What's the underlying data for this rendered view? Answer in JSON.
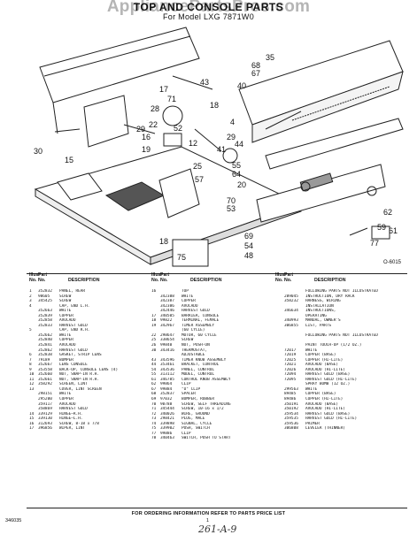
{
  "watermark": "AppliancePartsPros.com",
  "title": "TOP AND CONSOLE PARTS",
  "subtitle": "For Model LXG 7871W0",
  "figure_code": "O-6015",
  "callouts": [
    "35",
    "68",
    "67",
    "40",
    "43",
    "18",
    "17",
    "28",
    "16",
    "71",
    "19",
    "12",
    "25",
    "30",
    "15",
    "29",
    "22",
    "52",
    "4",
    "44",
    "41",
    "29",
    "57",
    "64",
    "20",
    "55",
    "70",
    "53",
    "62",
    "59",
    "61",
    "77",
    "69",
    "54",
    "48",
    "75",
    "18"
  ],
  "columns": [
    {
      "headers": [
        "Illus.",
        "No.",
        "Part",
        "No.",
        "DESCRIPTION"
      ],
      "rows": [
        [
          "1",
          "352832",
          "PANEL, REAR"
        ],
        [
          "2",
          "98605",
          "SCREW"
        ],
        [
          "3",
          "345425",
          "SCREW"
        ],
        [
          "4",
          "",
          "CAP, END L.H."
        ],
        [
          "",
          "352663",
          "WHITE"
        ],
        [
          "",
          "352839",
          "COPPER"
        ],
        [
          "",
          "352858",
          "AVOCADO"
        ],
        [
          "",
          "352833",
          "HARVEST GOLD"
        ],
        [
          "5",
          "",
          "CAP, END R.H."
        ],
        [
          "",
          "352662",
          "WHITE"
        ],
        [
          "",
          "352840",
          "COPPER"
        ],
        [
          "",
          "352841",
          "AVOCADO"
        ],
        [
          "",
          "352862",
          "HARVEST GOLD"
        ],
        [
          "6",
          "352838",
          "GASKET, STRIP LENS"
        ],
        [
          "7",
          "79189",
          "BUMPER"
        ],
        [
          "8",
          "352667",
          "LENS CONSOLE"
        ],
        [
          "9",
          "353558",
          "BACK-UP, CONSOLE LENS (4)"
        ],
        [
          "10",
          "352660",
          "NUT, SNAP-IN R.H."
        ],
        [
          "11",
          "352661",
          "NUT, SNAP-IN R.H."
        ],
        [
          "12",
          "358292",
          "SCREEN, LINT"
        ],
        [
          "13",
          "",
          "COVER, LINT SCREEN"
        ],
        [
          "",
          "298151",
          "WHITE"
        ],
        [
          "",
          "295200",
          "COPPER"
        ],
        [
          "",
          "359117",
          "AVOCADO"
        ],
        [
          "",
          "358869",
          "HARVEST GOLD"
        ],
        [
          "14",
          "339129",
          "HINGE—R.H."
        ],
        [
          "15",
          "339130",
          "HINGE—L.H."
        ],
        [
          "16",
          "312693",
          "SCREW, 8-18 x 7/8"
        ],
        [
          "17",
          "396856",
          "WIPER, LINT"
        ]
      ]
    },
    {
      "headers": [
        "Illus.",
        "No.",
        "Part",
        "No.",
        "DESCRIPTION"
      ],
      "rows": [
        [
          "16",
          "",
          "TOP"
        ],
        [
          "",
          "342388",
          "WHITE"
        ],
        [
          "",
          "342387",
          "COPPER"
        ],
        [
          "",
          "342386",
          "AVOCADO"
        ],
        [
          "",
          "342446",
          "HARVEST GOLD"
        ],
        [
          "17",
          "340505",
          "BARRIER, CONSOLE"
        ],
        [
          "18",
          "99822",
          "TERMINAL, FEMALE"
        ],
        [
          "19",
          "342967",
          "TIMER ASSEMBLY"
        ],
        [
          "",
          "",
          "(60 CYCLE)"
        ],
        [
          "22",
          "298647",
          "MOTOR, 60 CYCLE"
        ],
        [
          "25",
          "338654",
          "SCREW"
        ],
        [
          "26",
          "99840",
          "NUT, PUSH-ON"
        ],
        [
          "30",
          "343416",
          "THERMOSTAT,"
        ],
        [
          "",
          "",
          "ADJUSTABLE"
        ],
        [
          "43",
          "343596",
          "TIMER KNOB ASSEMBLY"
        ],
        [
          "44",
          "353461",
          "BRACKET, CONTROL"
        ],
        [
          "54",
          "343536",
          "PANEL, CONTROL"
        ],
        [
          "55",
          "313112",
          "MODEL, CONTROL"
        ],
        [
          "61",
          "346785",
          "CONTROL KNOB ASSEMBLY"
        ],
        [
          "62",
          "99864",
          "CLIP"
        ],
        [
          "67",
          "99884",
          "\"U\" CLIP"
        ],
        [
          "68",
          "352837",
          "SPACER"
        ],
        [
          "69",
          "97032",
          "BUMPER, RUBBER"
        ],
        [
          "70",
          "90788",
          "SCREW, SELF THREADING"
        ],
        [
          "71",
          "345444",
          "SCREW, 10-16 x 1/2"
        ],
        [
          "72",
          "340026",
          "WIRE, GROUND"
        ],
        [
          "73",
          "298421",
          "PLUG, MALE"
        ],
        [
          "74",
          "339898",
          "SIGNAL, CYCLE"
        ],
        [
          "75",
          "339902",
          "PUSH, SWITCH"
        ],
        [
          "77",
          "99886",
          "CLIP"
        ],
        [
          "78",
          "340463",
          "SWITCH, PUSH TO START"
        ]
      ]
    },
    {
      "headers": [
        "Illus.",
        "No.",
        "Part",
        "No.",
        "DESCRIPTION"
      ],
      "rows": [
        [
          "",
          "",
          "FOLLOWING PARTS NOT ILLUSTRATED"
        ],
        [
          "",
          "289045",
          "INSTRUCTION, DRY RACK"
        ],
        [
          "",
          "358232",
          "HARNESS, WIRING"
        ],
        [
          "",
          "",
          "INSTALLATION"
        ],
        [
          "",
          "346634",
          "INSTRUCTIONS,"
        ],
        [
          "",
          "",
          "OPERATING"
        ],
        [
          "",
          "340993",
          "MANUAL, OWNER'S"
        ],
        [
          "",
          "306855",
          "LIST, PARTS"
        ],
        [
          "",
          "",
          ""
        ],
        [
          "",
          "",
          "FOLLOWING PARTS NOT ILLUSTRATED"
        ],
        [
          "",
          "",
          ""
        ],
        [
          "",
          "",
          "PAINT TOUCH-UP (1/2 OZ.)"
        ],
        [
          "",
          "72017",
          "WHITE"
        ],
        [
          "",
          "72019",
          "COPPER (BASE)"
        ],
        [
          "",
          "72025",
          "COPPER (HI-LITE)"
        ],
        [
          "",
          "72021",
          "AVOCADO (BASE)"
        ],
        [
          "",
          "72026",
          "AVOCADO (HI-LITE)"
        ],
        [
          "",
          "72094",
          "HARVEST GOLD (BASE)"
        ],
        [
          "",
          "72095",
          "HARVEST GOLD (HI-LITE)"
        ],
        [
          "",
          "",
          "SPRAY BOMB (12 OZ.)"
        ],
        [
          "",
          "299563",
          "WHITE"
        ],
        [
          "",
          "89485",
          "COPPER (BASE)"
        ],
        [
          "",
          "89486",
          "COPPER (HI-LITE)"
        ],
        [
          "",
          "350191",
          "AVOCADO (BASE)"
        ],
        [
          "",
          "350192",
          "AVOCADO (HI-LITE)"
        ],
        [
          "",
          "359534",
          "HARVEST GOLD (BASE)"
        ],
        [
          "",
          "359535",
          "HARVEST GOLD (HI-LITE)"
        ],
        [
          "",
          "359536",
          "PRIMER"
        ],
        [
          "",
          "306808",
          "LEVELER (THINNER)"
        ]
      ]
    }
  ],
  "footer_note": "FOR ORDERING INFORMATION REFER TO PARTS PRICE LIST",
  "doc_code": "346035",
  "page_number": "1",
  "handwritten_note": "261-A-9"
}
